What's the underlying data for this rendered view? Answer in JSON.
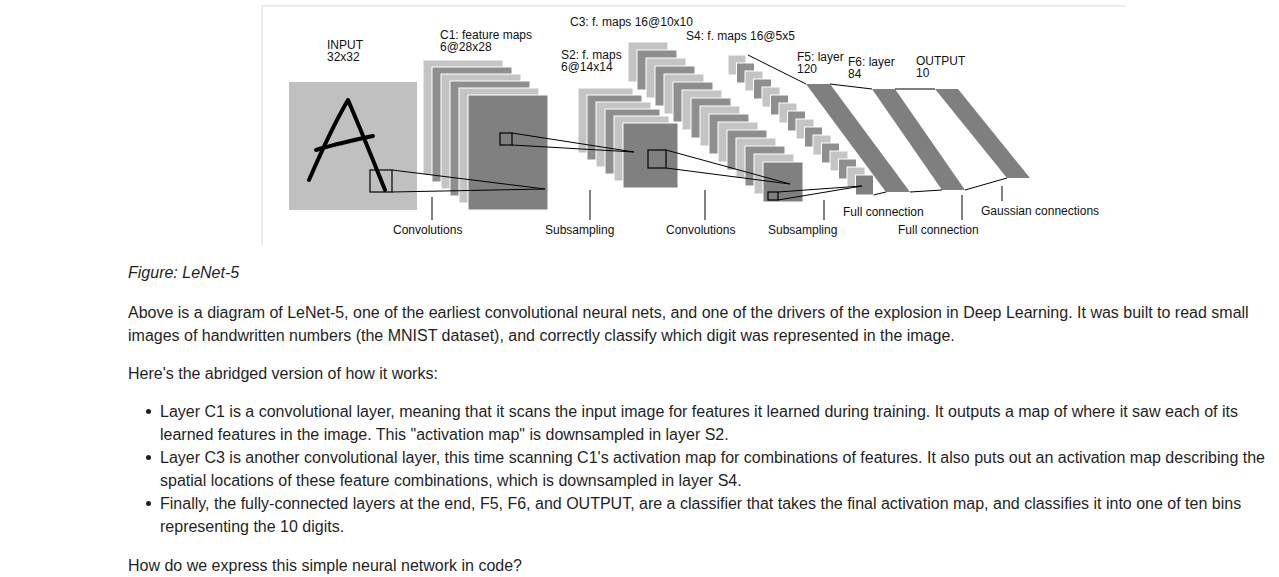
{
  "diagram": {
    "caption": "Figure: LeNet-5",
    "nodes": [
      {
        "text": [
          "INPUT 32x32"
        ]
      },
      {
        "text": [
          "C1: feature maps 6@28x28"
        ]
      },
      {
        "text": [
          "S2: f. maps 6@14x14"
        ]
      },
      {
        "text": [
          "C3: f. maps 16@10x10"
        ]
      },
      {
        "text": [
          "S4: f. maps 16@5x5"
        ]
      },
      {
        "text": [
          "F5: layer 120"
        ]
      },
      {
        "text": [
          "F6: layer 84"
        ]
      },
      {
        "text": [
          "OUTPUT 10"
        ]
      }
    ],
    "labels": [
      "Convolutions",
      "Subsampling",
      "Convolutions",
      "Subsampling",
      "Full connection",
      "Full connection",
      "Gaussian connections",
      "Above is a diagram of LeNet-5, one of the earliest convolutional neural nets, and one of the drivers of the explosion in Deep Learning. It was built to read small images of handwritten numbers (the MNIST dataset), and correctly classify which digit was represented in the image.",
      "Here's the abridged version of how it works:",
      "Layer C1 is a convolutional layer, meaning that it scans the input image for features it learned during training. It outputs a map of where it saw each of its learned features in the image. This \"activation map\" is downsampled in layer S2.",
      "Layer C3 is another convolutional layer, this time scanning C1's activation map for combinations of features. It also puts out an activation map describing the spatial locations of these feature combinations, which is downsampled in layer S4.",
      "Finally, the fully-connected layers at the end, F5, F6, and OUTPUT, are a classifier that takes the final activation map, and classifies it into one of ten bins representing the 10 digits.",
      "How do we express this simple neural network in code?"
    ]
  }
}
